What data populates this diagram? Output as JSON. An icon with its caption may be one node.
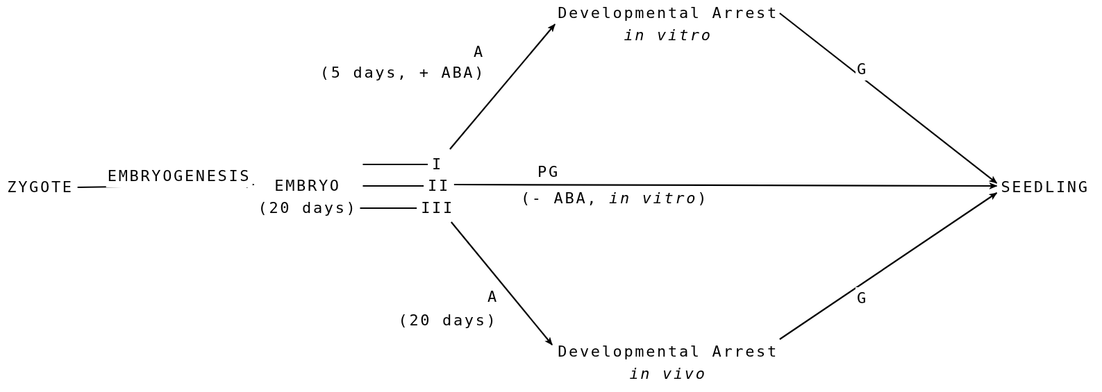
{
  "diagram": {
    "nodes": [
      {
        "text": [
          "ZYGOTE"
        ]
      },
      {
        "text": [
          "EMBRYO"
        ],
        "beside": [
          "(20 days)"
        ]
      },
      {
        "text": [
          "I"
        ]
      },
      {
        "text": [
          "II"
        ]
      },
      {
        "text": [
          "III"
        ]
      },
      {
        "text": [
          "Developmental Arrest",
          "*in* *vitro*"
        ]
      },
      {
        "text": [
          "SEEDLING"
        ]
      },
      {
        "text": [
          "Developmental Arrest",
          "*in* *vivo*"
        ]
      }
    ],
    "edges": [
      {
        "from": 0,
        "to": 1,
        "arrow": "to",
        "label": "EMBRYOGENESIS"
      },
      {
        "from": 1,
        "to": 2,
        "arrow": "none"
      },
      {
        "from": 1,
        "to": 3,
        "arrow": "none"
      },
      {
        "from": 1,
        "to": 4,
        "arrow": "none"
      },
      {
        "from": 2,
        "to": 5,
        "arrow": "to",
        "label": "A"
      },
      {
        "from": 3,
        "to": 6,
        "arrow": "to",
        "label": "PG"
      },
      {
        "from": 4,
        "to": 7,
        "arrow": "to",
        "label": "A"
      },
      {
        "from": 5,
        "to": 6,
        "arrow": "to",
        "label": "G"
      },
      {
        "from": 7,
        "to": 6,
        "arrow": "to",
        "label": "G"
      }
    ],
    "labels": [
      "(5 days, + ABA)",
      "(- ABA, *in* *vitro*)",
      "(20 days)"
    ]
  }
}
